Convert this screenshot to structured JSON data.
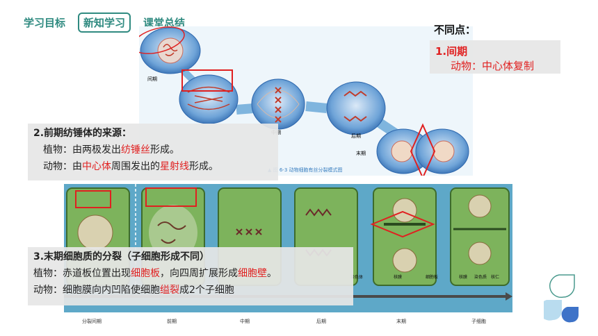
{
  "nav": {
    "items": [
      "学习目标",
      "新知学习",
      "课堂总结"
    ]
  },
  "diagram_top": {
    "labels": [
      "间期",
      "中期",
      "后期",
      "末期"
    ],
    "caption": "▲ 图 6-3   动物细胞有丝分裂模式图"
  },
  "diagram_bottom": {
    "stages": [
      "分裂间期",
      "前期",
      "中期",
      "后期",
      "末期",
      "子细胞"
    ],
    "small_labels": [
      "染色体",
      "核膜",
      "细胞板",
      "核膜",
      "染色质",
      "核仁"
    ]
  },
  "differences": {
    "title": "不同点：",
    "point1_title": "1.间期",
    "point1_text": "动物：中心体复制"
  },
  "point2": {
    "title": "2.前期纺锤体的来源：",
    "plant_prefix": "植物：由两极发出",
    "plant_red": "纺锤丝",
    "plant_suffix": "形成。",
    "animal_prefix": "动物：由",
    "animal_red1": "中心体",
    "animal_mid": "周围发出的",
    "animal_red2": "星射线",
    "animal_suffix": "形成。"
  },
  "point3": {
    "title": "3.末期细胞质的分裂（子细胞形成不同）",
    "plant_prefix": "植物：赤道板位置出现",
    "plant_red1": "细胞板",
    "plant_mid": "，向四周扩展形成",
    "plant_red2": "细胞壁",
    "plant_suffix": "。",
    "animal_prefix": "动物：细胞膜向内凹陷使细胞",
    "animal_red": "缢裂",
    "animal_suffix": "成2个子细胞"
  },
  "colors": {
    "accent": "#2f8a80",
    "highlight": "#e02020",
    "cell_blue": "#3a7fc0",
    "plant_green": "#7db35c"
  }
}
